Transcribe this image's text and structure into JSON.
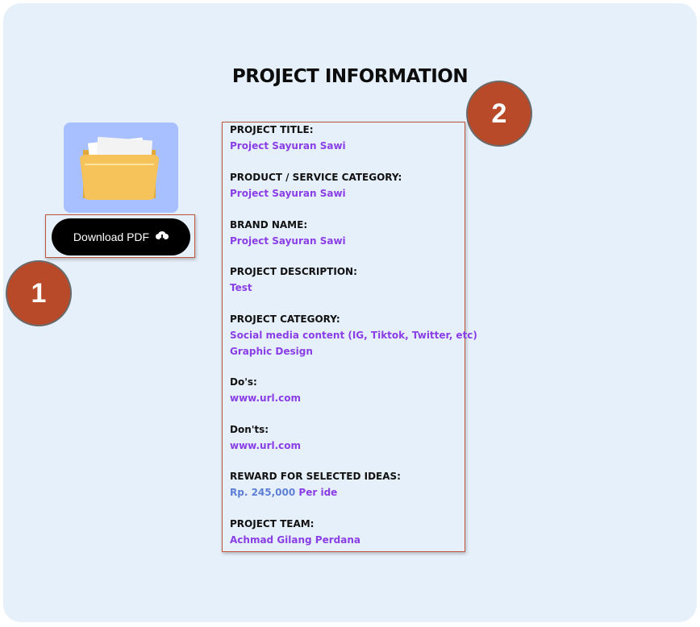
{
  "page": {
    "title": "PROJECT INFORMATION"
  },
  "download": {
    "label": "Download PDF",
    "icon": "cloud-download-icon"
  },
  "badges": {
    "one": "1",
    "two": "2"
  },
  "fields": {
    "project_title": {
      "label": "PROJECT TITLE:",
      "value": "Project Sayuran Sawi"
    },
    "product_category": {
      "label": "PRODUCT / SERVICE CATEGORY:",
      "value": "Project Sayuran Sawi"
    },
    "brand_name": {
      "label": "BRAND NAME:",
      "value": "Project Sayuran Sawi"
    },
    "project_description": {
      "label": "PROJECT DESCRIPTION:",
      "value": "Test"
    },
    "project_category": {
      "label": "PROJECT CATEGORY:",
      "values": [
        "Social media content (IG, Tiktok, Twitter, etc)",
        "Graphic Design"
      ]
    },
    "dos": {
      "label": "Do's:",
      "value": "www.url.com"
    },
    "donts": {
      "label": "Don'ts:",
      "value": "www.url.com"
    },
    "reward": {
      "label": "REWARD FOR SELECTED IDEAS:",
      "amount": "Rp. 245,000",
      "unit": "Per ide"
    },
    "project_team": {
      "label": "PROJECT TEAM:",
      "value": "Achmad Gilang Perdana"
    }
  },
  "colors": {
    "panel_bg": "#e6f0fa",
    "value_purple": "#8a3ee6",
    "reward_blue": "#5d7fd6",
    "badge": "#b84a2a",
    "frame": "#c0533a"
  }
}
